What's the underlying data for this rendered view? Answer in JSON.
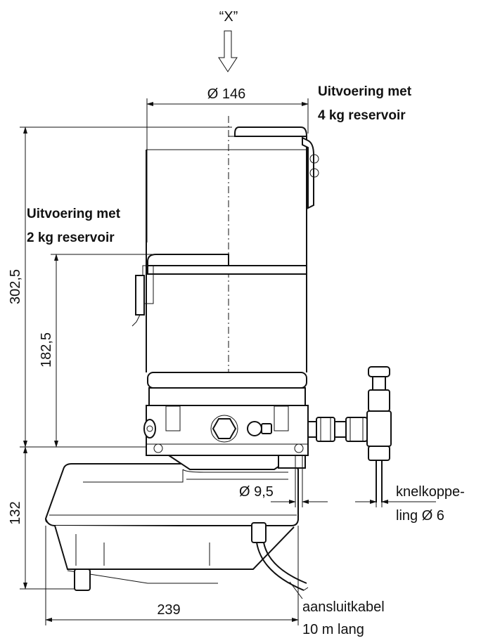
{
  "view_label": "“X”",
  "labels": {
    "diameter_top": "Ø 146",
    "variant_4kg_line1": "Uitvoering met",
    "variant_4kg_line2": "4 kg reservoir",
    "variant_2kg_line1": "Uitvoering met",
    "variant_2kg_line2": "2 kg reservoir",
    "height_total": "302,5",
    "height_2kg": "182,5",
    "height_base": "132",
    "width_base": "239",
    "diameter_mount": "Ø 9,5",
    "coupling_line1": "knelkoppe-",
    "coupling_line2": "ling Ø 6",
    "cable_line1": "aansluitkabel",
    "cable_line2": "10 m lang"
  }
}
